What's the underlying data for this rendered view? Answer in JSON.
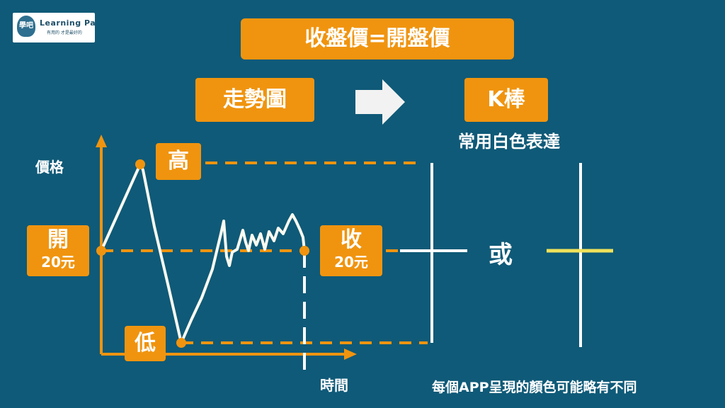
{
  "logo": {
    "mark": "學吧",
    "name": "Learning Pa",
    "tagline": "有用的 才是最好的"
  },
  "title": "收盤價=開盤價",
  "trend_chart_label": "走勢圖",
  "k_bar_label": "K棒",
  "k_bar_note": "常用白色表達",
  "y_axis_label": "價格",
  "x_axis_label": "時間",
  "high_label": "高",
  "low_label": "低",
  "open": {
    "label": "開",
    "price": "20元"
  },
  "close": {
    "label": "收",
    "price": "20元"
  },
  "or_label": "或",
  "footnote": "每個APP呈現的顏色可能略有不同",
  "colors": {
    "background": "#0f5a78",
    "accent_orange": "#f0940f",
    "line_white": "#ffffff",
    "candle_yellow": "#f0e25a",
    "arrow": "#f2f2f2"
  }
}
